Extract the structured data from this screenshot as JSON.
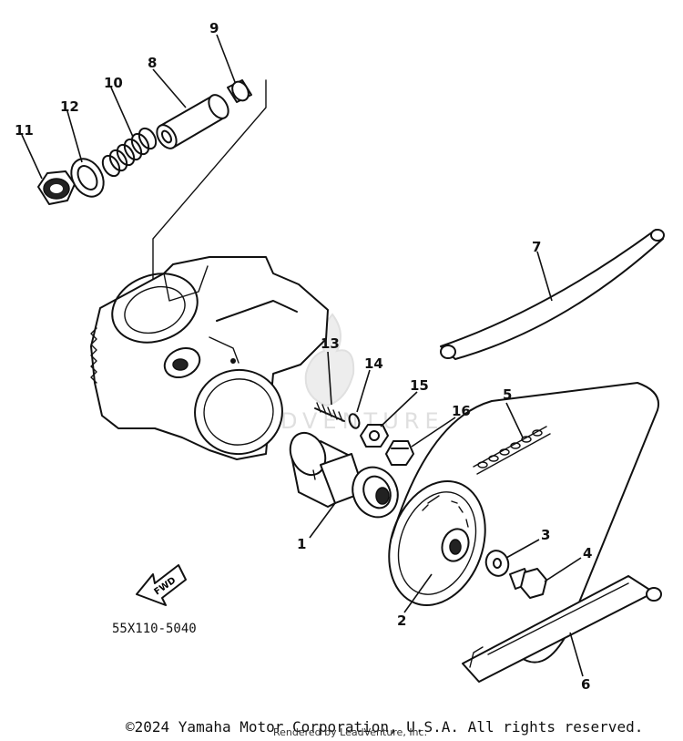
{
  "diagram": {
    "callouts": [
      "1",
      "2",
      "3",
      "4",
      "5",
      "6",
      "7",
      "8",
      "9",
      "10",
      "11",
      "12",
      "13",
      "14",
      "15",
      "16"
    ],
    "part_code": "55X110-5040",
    "fwd_label": "FWD",
    "watermark_text": "LEADVENTURE"
  },
  "footer": {
    "copyright": "©2024 Yamaha Motor Corporation, U.S.A. All rights reserved.",
    "rendered_by": "Rendered by LeadVenture, Inc."
  }
}
